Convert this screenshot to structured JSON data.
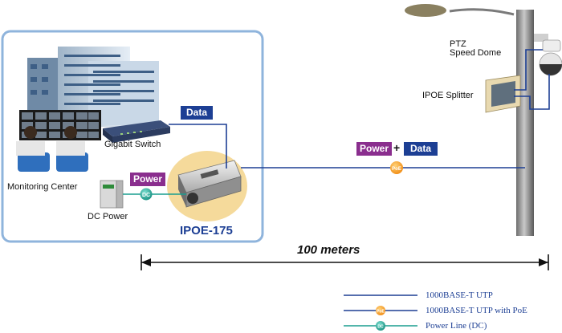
{
  "labels": {
    "monitoring_center": "Monitoring Center",
    "gigabit_switch": "Gigabit Switch",
    "dc_power": "DC Power",
    "ptz_line1": "PTZ",
    "ptz_line2": "Speed Dome",
    "ipoe_splitter": "IPOE Splitter",
    "model": "IPOE-175",
    "distance": "100 meters"
  },
  "tags": {
    "data_local": "Data",
    "power_local": "Power",
    "power_combined": "Power",
    "plus": "+",
    "data_combined": "Data",
    "poe_badge": "PoE",
    "dc_badge": "DC"
  },
  "legend": {
    "items": [
      {
        "label": "1000BASE-T UTP",
        "color": "#1d3f94",
        "badge": ""
      },
      {
        "label": "1000BASE-T UTP with PoE",
        "color": "#1d3f94",
        "badge": "PoE"
      },
      {
        "label": "Power Line (DC)",
        "color": "#1a9e8f",
        "badge": "DC"
      }
    ]
  },
  "colors": {
    "utp_blue": "#1d3f94",
    "dc_teal": "#1a9e8f",
    "poe_orange": "#f39a1e",
    "frame_blue": "#8fb4dc",
    "data_tag": "#1d3f94",
    "power_tag": "#8a2e8e"
  }
}
